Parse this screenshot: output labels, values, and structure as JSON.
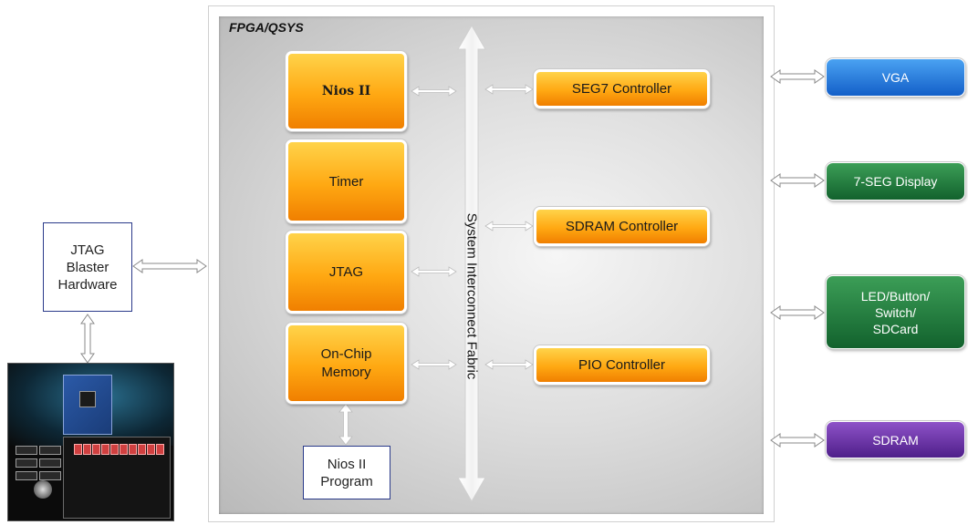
{
  "panel": {
    "title": "FPGA/QSYS"
  },
  "processor_blocks": {
    "nios": "Nios II",
    "timer": "Timer",
    "jtag": "JTAG",
    "onchip_line1": "On-Chip",
    "onchip_line2": "Memory"
  },
  "program_box": {
    "line1": "Nios II",
    "line2": "Program"
  },
  "fabric": {
    "label": "System Interconnect Fabric"
  },
  "controllers": {
    "seg7": "SEG7 Controller",
    "sdram": "SDRAM Controller",
    "pio": "PIO Controller"
  },
  "jtag_hardware": {
    "line1": "JTAG",
    "line2": "Blaster",
    "line3": "Hardware"
  },
  "peripherals": {
    "vga": "VGA",
    "seg_display": "7-SEG Display",
    "led_line1": "LED/Button/",
    "led_line2": "Switch/",
    "led_line3": "SDCard",
    "sdram": "SDRAM"
  },
  "colors": {
    "block_orange": "#ffa812",
    "vga_blue": "#1a6bd1",
    "peripheral_green": "#1c6e36",
    "sdram_purple": "#5d2a98",
    "hardware_border": "#2a3a8a"
  },
  "icons": {
    "arrow": "double-headed-arrow-icon",
    "hollow_arrow": "hollow-double-arrow-icon",
    "photo": "board-control-panel-screenshot"
  }
}
